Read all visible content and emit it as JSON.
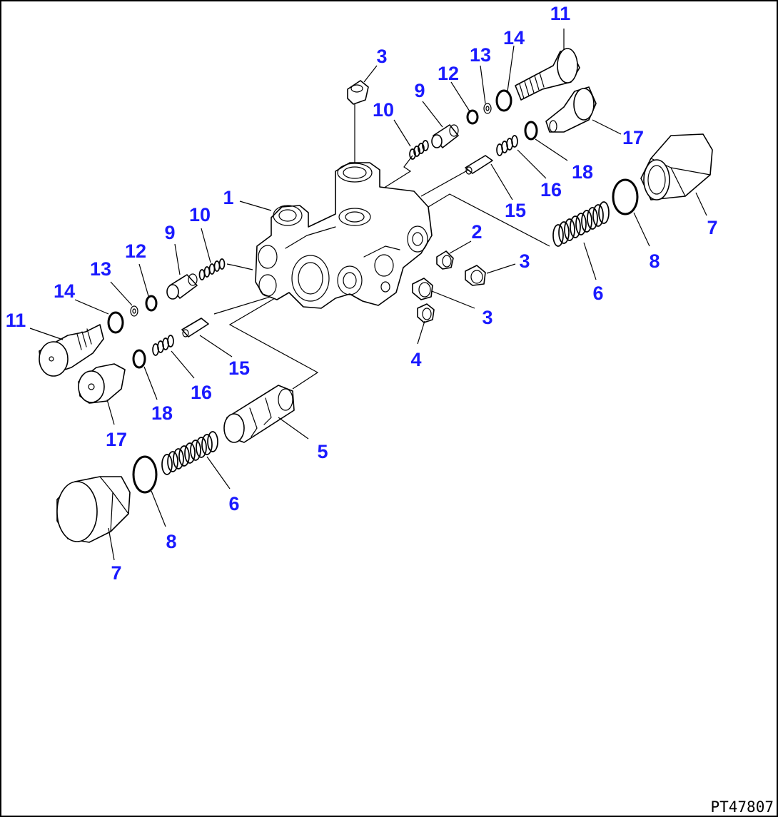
{
  "drawing_code": "PT47807",
  "callouts": {
    "c1": "1",
    "c2": "2",
    "c3_top": "3",
    "c3_right_a": "3",
    "c3_right_b": "3",
    "c4": "4",
    "c5": "5",
    "c6_right": "6",
    "c6_left": "6",
    "c7_right": "7",
    "c7_left": "7",
    "c8_right": "8",
    "c8_left": "8",
    "c9_right": "9",
    "c9_left": "9",
    "c10_right": "10",
    "c10_left": "10",
    "c11_right": "11",
    "c11_left": "11",
    "c12_right": "12",
    "c12_left": "12",
    "c13_right": "13",
    "c13_left": "13",
    "c14_right": "14",
    "c14_left": "14",
    "c15_right": "15",
    "c15_left": "15",
    "c16_right": "16",
    "c16_left": "16",
    "c17_right": "17",
    "c17_left": "17",
    "c18_right": "18",
    "c18_left": "18"
  },
  "colors": {
    "callout": "#1a1aff",
    "line": "#000000",
    "background": "#ffffff"
  }
}
